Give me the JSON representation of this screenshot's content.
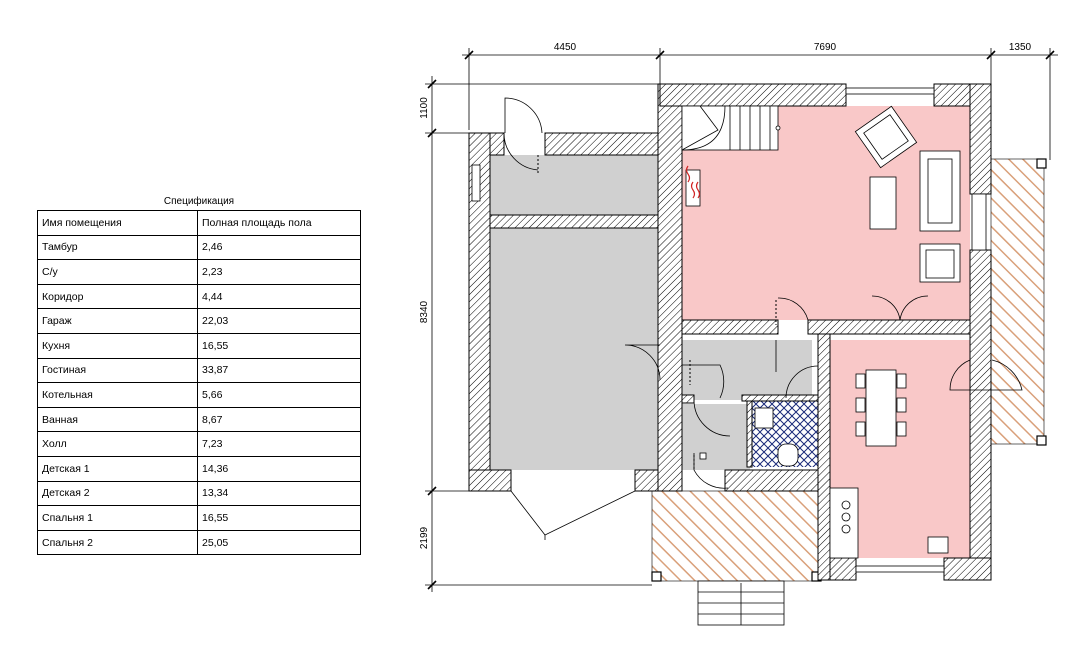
{
  "spec": {
    "title": "Спецификация",
    "headers": [
      "Имя помещения",
      "Полная площадь пола"
    ],
    "rows": [
      {
        "name": "Тамбур",
        "area": "2,46"
      },
      {
        "name": "С/у",
        "area": "2,23"
      },
      {
        "name": "Коридор",
        "area": "4,44"
      },
      {
        "name": "Гараж",
        "area": "22,03"
      },
      {
        "name": "Кухня",
        "area": "16,55"
      },
      {
        "name": "Гостиная",
        "area": "33,87"
      },
      {
        "name": "Котельная",
        "area": "5,66"
      },
      {
        "name": "Ванная",
        "area": "8,67"
      },
      {
        "name": "Холл",
        "area": "7,23"
      },
      {
        "name": "Детская 1",
        "area": "14,36"
      },
      {
        "name": "Детская 2",
        "area": "13,34"
      },
      {
        "name": "Спальня 1",
        "area": "16,55"
      },
      {
        "name": "Спальня 2",
        "area": "25,05"
      }
    ]
  },
  "plan": {
    "dimensions": {
      "top": [
        "4450",
        "7690",
        "1350"
      ],
      "left": [
        "1100",
        "8340",
        "2199"
      ]
    },
    "colors": {
      "living_fill": "#f9c8c8",
      "garage_fill": "#d0d0d0",
      "terrace_hatch": "#d9a07a",
      "bath_tile": "#1a2a7a"
    }
  }
}
